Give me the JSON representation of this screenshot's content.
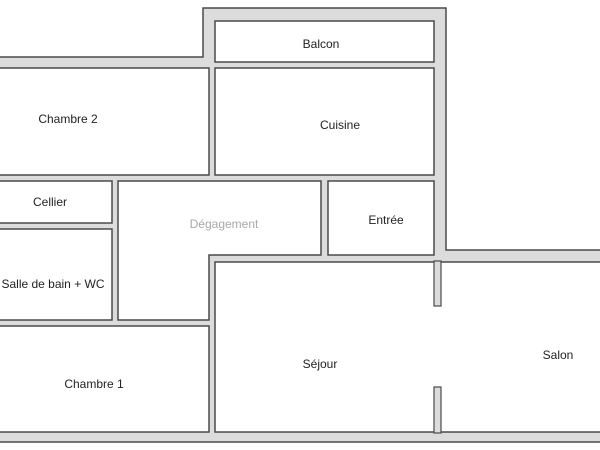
{
  "floor_plan": {
    "colors": {
      "wall": "#dcdcdc",
      "wall_outline": "#4a4a4a",
      "room": "#ffffff"
    },
    "rooms": {
      "balcon": "Balcon",
      "chambre2": "Chambre 2",
      "cuisine": "Cuisine",
      "cellier": "Cellier",
      "degagement": "Dégagement",
      "entree": "Entrée",
      "salle_de_bain": "Salle de bain + WC",
      "chambre1": "Chambre 1",
      "sejour": "Séjour",
      "salon": "Salon"
    }
  }
}
